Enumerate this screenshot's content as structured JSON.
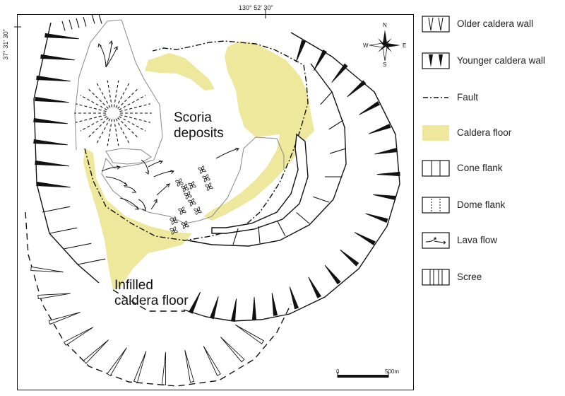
{
  "coordinates": {
    "longitude": "130° 52' 30\"",
    "latitude": "37° 31' 30\""
  },
  "map_labels": {
    "scoria": "Scoria\ndeposits",
    "infilled": "Infilled\ncaldera floor"
  },
  "compass": {
    "n": "N",
    "s": "S",
    "e": "E",
    "w": "W"
  },
  "scale_bar": {
    "start": "0",
    "end": "500m"
  },
  "legend": [
    {
      "id": "older-caldera-wall",
      "label": "Older caldera wall",
      "icon": "open-triangles"
    },
    {
      "id": "younger-caldera-wall",
      "label": "Younger caldera wall",
      "icon": "filled-triangles"
    },
    {
      "id": "fault",
      "label": "Fault",
      "icon": "dash-dot-line"
    },
    {
      "id": "caldera-floor",
      "label": "Caldera floor",
      "icon": "yellow-fill"
    },
    {
      "id": "cone-flank",
      "label": "Cone flank",
      "icon": "solid-ticks"
    },
    {
      "id": "dome-flank",
      "label": "Dome flank",
      "icon": "dotted-ticks"
    },
    {
      "id": "lava-flow",
      "label": "Lava flow",
      "icon": "arrow"
    },
    {
      "id": "scree",
      "label": "Scree",
      "icon": "triple-ticks"
    }
  ],
  "colors": {
    "caldera_floor": "#ede89b",
    "line": "#111111"
  }
}
